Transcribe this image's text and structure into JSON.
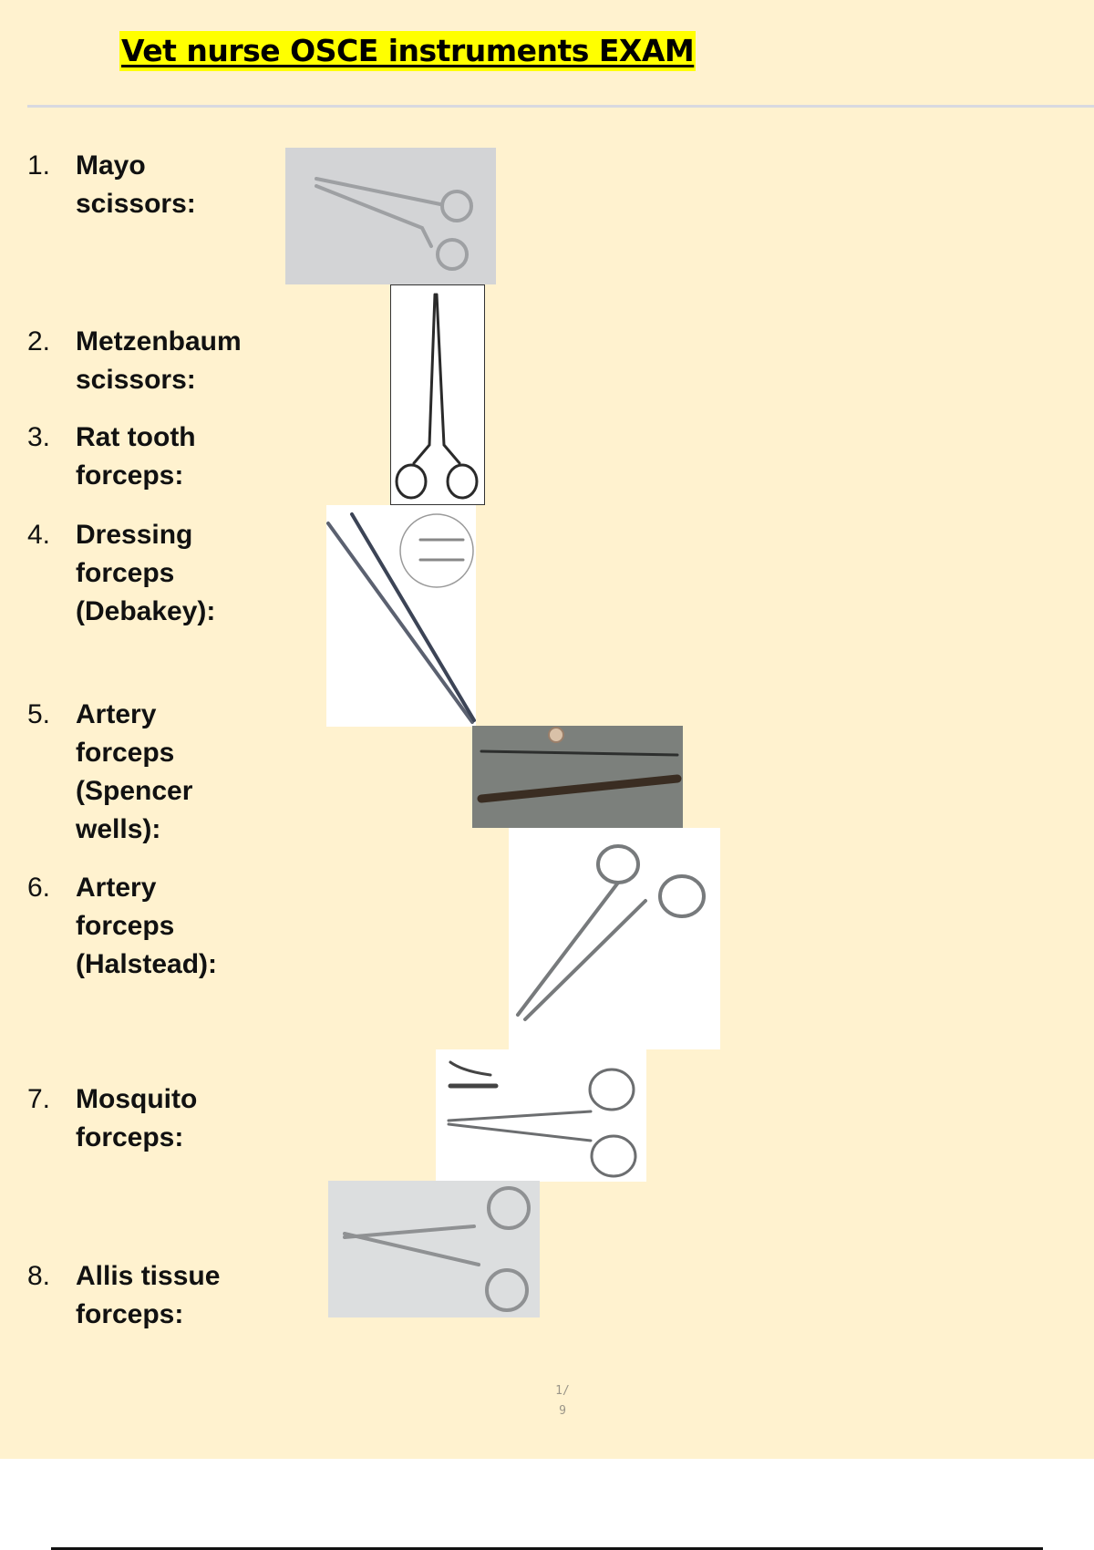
{
  "document": {
    "title": "Vet nurse OSCE instruments EXAM",
    "page_number": "1/",
    "page_total": "9"
  },
  "items": [
    {
      "num": "1.",
      "label_lines": [
        "Mayo",
        "scissors:"
      ],
      "image": "mayo-scissors-photo"
    },
    {
      "num": "2.",
      "label_lines": [
        "Metzenbaum",
        "scissors:"
      ],
      "image": "metzenbaum-scissors-photo"
    },
    {
      "num": "3.",
      "label_lines": [
        "Rat tooth",
        "forceps:"
      ],
      "image": "rat-tooth-forceps-photo"
    },
    {
      "num": "4.",
      "label_lines": [
        "Dressing",
        "forceps",
        "(Debakey):"
      ],
      "image": "debakey-forceps-photo"
    },
    {
      "num": "5.",
      "label_lines": [
        "Artery",
        "forceps",
        "(Spencer",
        "wells):"
      ],
      "image": "spencer-wells-photo"
    },
    {
      "num": "6.",
      "label_lines": [
        "Artery",
        "forceps",
        "(Halstead):"
      ],
      "image": "halstead-forceps-photo"
    },
    {
      "num": "7.",
      "label_lines": [
        "Mosquito",
        "forceps:"
      ],
      "image": "mosquito-forceps-photo"
    },
    {
      "num": "8.",
      "label_lines": [
        "Allis tissue",
        "forceps:"
      ],
      "image": "allis-tissue-forceps-photo"
    }
  ],
  "colors": {
    "page_bg": "#fff2cf",
    "title_highlight": "#ffff00",
    "rule": "#d8d9e0"
  }
}
